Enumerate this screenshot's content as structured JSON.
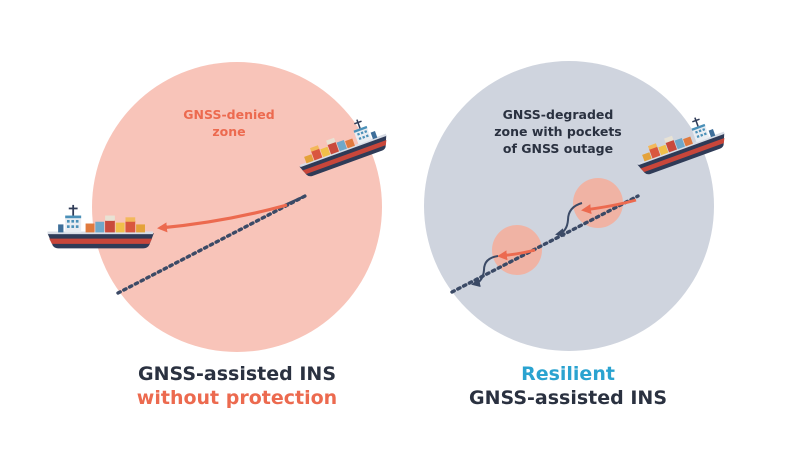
{
  "colors": {
    "denied_zone": "#f8c4b9",
    "degraded_zone": "#cfd4de",
    "outage_pocket": "#f0b3a4",
    "accent_red": "#ec6a4f",
    "accent_blue": "#2aa3d0",
    "dark_text": "#2a3140",
    "track_dotted": "#3b4a66"
  },
  "left_panel": {
    "zone_label_line1": "GNSS-denied",
    "zone_label_line2": "zone",
    "caption_line1": "GNSS-assisted INS",
    "caption_line2": "without protection"
  },
  "right_panel": {
    "zone_label_line1": "GNSS-degraded",
    "zone_label_line2": "zone with pockets",
    "zone_label_line3": "of GNSS outage",
    "caption_line1": "Resilient",
    "caption_line2": "GNSS-assisted INS"
  },
  "icons": [
    "container-ship-icon"
  ]
}
